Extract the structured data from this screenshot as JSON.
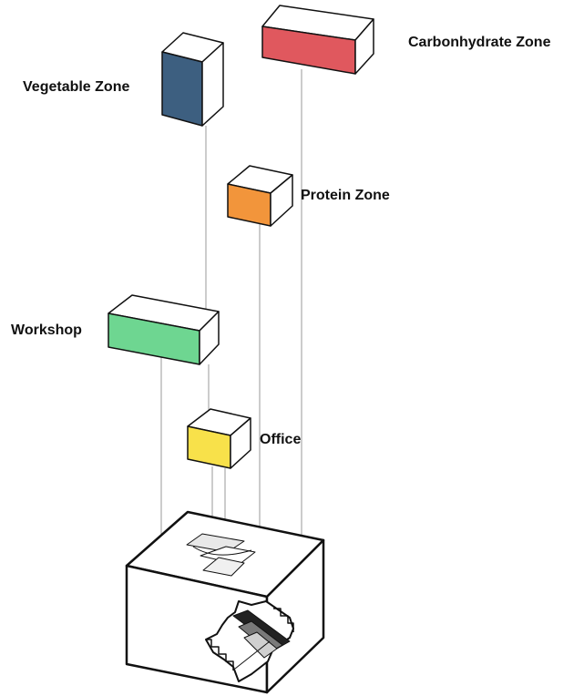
{
  "labels": {
    "carbohydrate": "Carbonhydrate Zone",
    "vegetable": "Vegetable Zone",
    "protein": "Protein Zone",
    "workshop": "Workshop",
    "office": "Office"
  },
  "colors": {
    "carbohydrate": "#e0585e",
    "vegetable": "#3d5f80",
    "protein": "#f2953b",
    "workshop": "#6ed691",
    "office": "#f8e14a",
    "line": "#9a9a9a",
    "outline": "#111111"
  }
}
